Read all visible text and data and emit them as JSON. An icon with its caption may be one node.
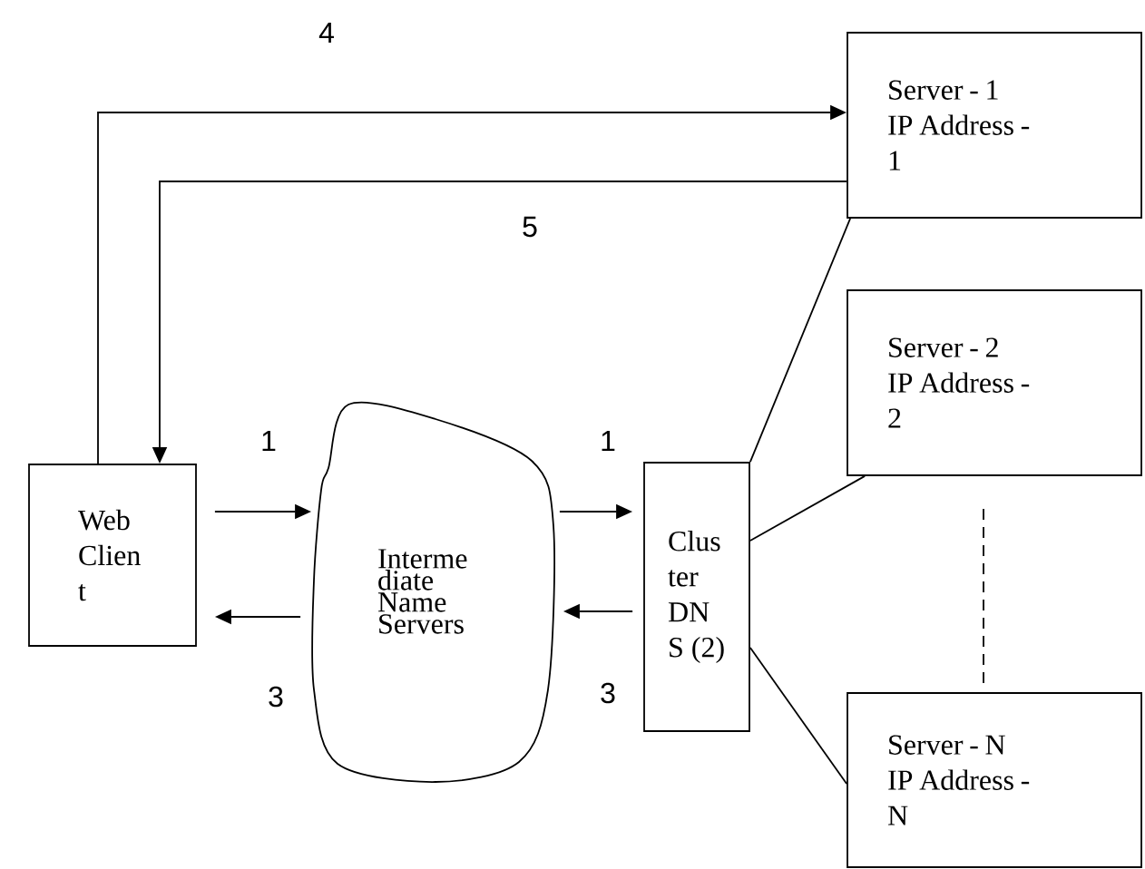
{
  "diagram": {
    "nodes": [
      {
        "text": [
          "Web Clien t"
        ]
      },
      {
        "text": [
          "Interme diate Name Servers"
        ]
      },
      {
        "text": [
          "Clus ter DN S (2)"
        ]
      },
      {
        "text": [
          "Server - 1",
          "IP Address - 1"
        ]
      },
      {
        "text": [
          "Server - 2",
          "IP Address - 2"
        ]
      },
      {
        "text": [
          "Server - N",
          "IP Address - N"
        ]
      }
    ],
    "edges": [
      {
        "from": 0,
        "to": 1,
        "arrow": "to",
        "label": "1"
      },
      {
        "from": 1,
        "to": 0,
        "arrow": "to",
        "label": "3"
      },
      {
        "from": 1,
        "to": 2,
        "arrow": "to",
        "label": "1"
      },
      {
        "from": 2,
        "to": 1,
        "arrow": "to",
        "label": "3"
      },
      {
        "from": 0,
        "to": 3,
        "arrow": "to",
        "label": "4"
      },
      {
        "from": 3,
        "to": 0,
        "arrow": "to",
        "label": "5"
      },
      {
        "from": 2,
        "to": 3,
        "arrow": "none"
      },
      {
        "from": 2,
        "to": 4,
        "arrow": "none"
      },
      {
        "from": 2,
        "to": 5,
        "arrow": "none"
      },
      {
        "from": 4,
        "to": 5,
        "arrow": "none",
        "style": "dashed"
      }
    ]
  }
}
